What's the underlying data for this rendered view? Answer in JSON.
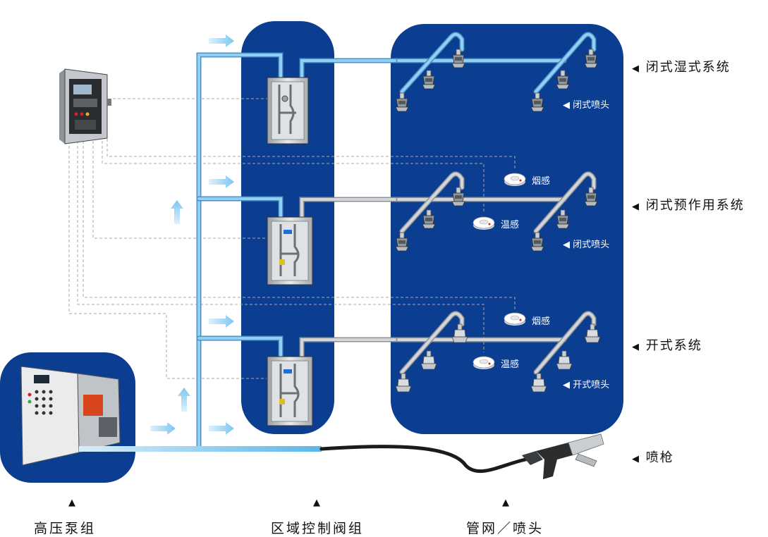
{
  "systems": {
    "wet": "闭式湿式系统",
    "preaction": "闭式预作用系统",
    "open": "开式系统",
    "gun": "喷枪"
  },
  "nozzles": {
    "closed1": "闭式喷头",
    "closed2": "闭式喷头",
    "open": "开式喷头"
  },
  "detectors": {
    "smoke1": "烟感",
    "heat1": "温感",
    "smoke2": "烟感",
    "heat2": "温感"
  },
  "bottom": {
    "pump": "高压泵组",
    "valves": "区域控制阀组",
    "network": "管网／喷头"
  },
  "markers": {
    "left": "◀",
    "up": "▲"
  },
  "colors": {
    "panel_blue": "#0b3d91",
    "water_pipe": "#7ec3ee",
    "dry_pipe": "#c3c6ca",
    "arrow": "#8fd0f4"
  }
}
